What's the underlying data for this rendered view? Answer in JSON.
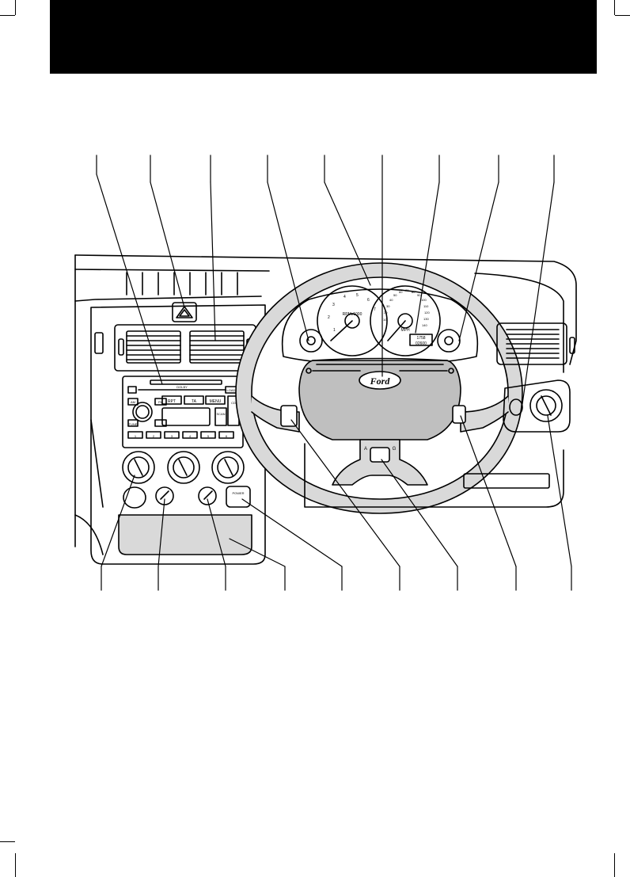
{
  "page": {
    "header_band_color": "#000000",
    "line_color": "#000000",
    "shade_light": "#d9d9d9",
    "shade_mid": "#bfbfbf"
  },
  "dashboard": {
    "brand_logo": "Ford",
    "tachometer_unit": "RPMx1000",
    "tachometer_marks": [
      "1",
      "2",
      "3",
      "4",
      "5",
      "6",
      "7"
    ],
    "speedometer_unit": "MPH",
    "speedometer_marks": [
      "10",
      "20",
      "30",
      "40",
      "50",
      "60",
      "70",
      "80",
      "90",
      "100",
      "110",
      "120",
      "130",
      "140"
    ],
    "odometer_value": "1758",
    "trip_value": "02600",
    "gear_labels": [
      "A",
      "G"
    ],
    "audio": {
      "buttons": [
        "RPT",
        "TA",
        "MENU",
        "TUNE",
        "AM",
        "FM",
        "CD",
        "SCAN",
        "LOAD",
        "DOLBY"
      ],
      "preset_buttons": [
        "1",
        "2",
        "3",
        "4",
        "5",
        "6"
      ]
    },
    "switch_label": "POWER"
  }
}
